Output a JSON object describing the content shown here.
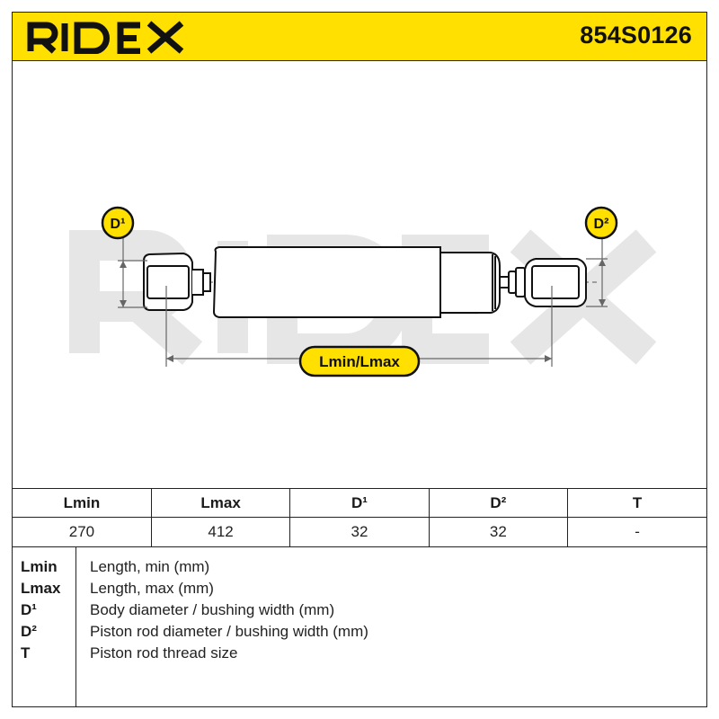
{
  "header": {
    "brand": "RIDEX",
    "part_number": "854S0126",
    "accent_color": "#ffe000"
  },
  "drawing": {
    "label_d1": "D¹",
    "label_d2": "D²",
    "label_length": "Lmin/Lmax",
    "watermark": "RIDEX",
    "badge_color": "#ffe000"
  },
  "spec_table": {
    "headers": [
      "Lmin",
      "Lmax",
      "D¹",
      "D²",
      "T"
    ],
    "values": [
      "270",
      "412",
      "32",
      "32",
      "-"
    ]
  },
  "legend": [
    {
      "key": "Lmin",
      "desc": "Length, min (mm)"
    },
    {
      "key": "Lmax",
      "desc": "Length, max (mm)"
    },
    {
      "key": "D¹",
      "desc": "Body diameter / bushing width (mm)"
    },
    {
      "key": "D²",
      "desc": "Piston rod diameter / bushing width (mm)"
    },
    {
      "key": "T",
      "desc": "Piston rod thread size"
    }
  ]
}
